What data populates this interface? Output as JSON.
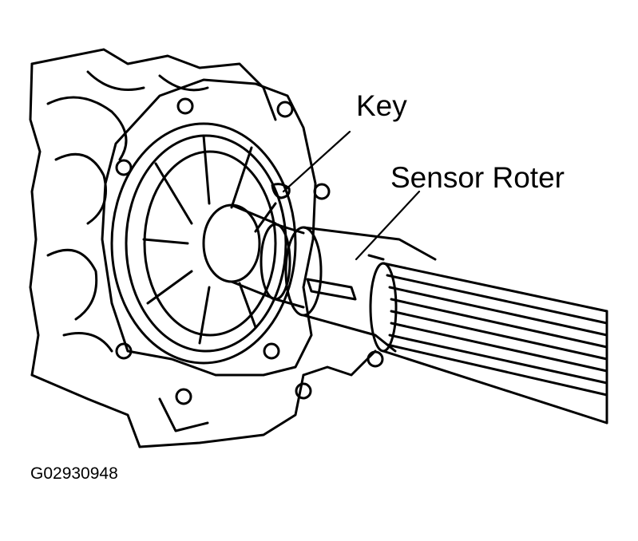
{
  "labels": {
    "key": "Key",
    "sensor_roter": "Sensor Roter"
  },
  "figure_code": "G02930948",
  "colors": {
    "line": "#000000",
    "background": "#ffffff"
  }
}
